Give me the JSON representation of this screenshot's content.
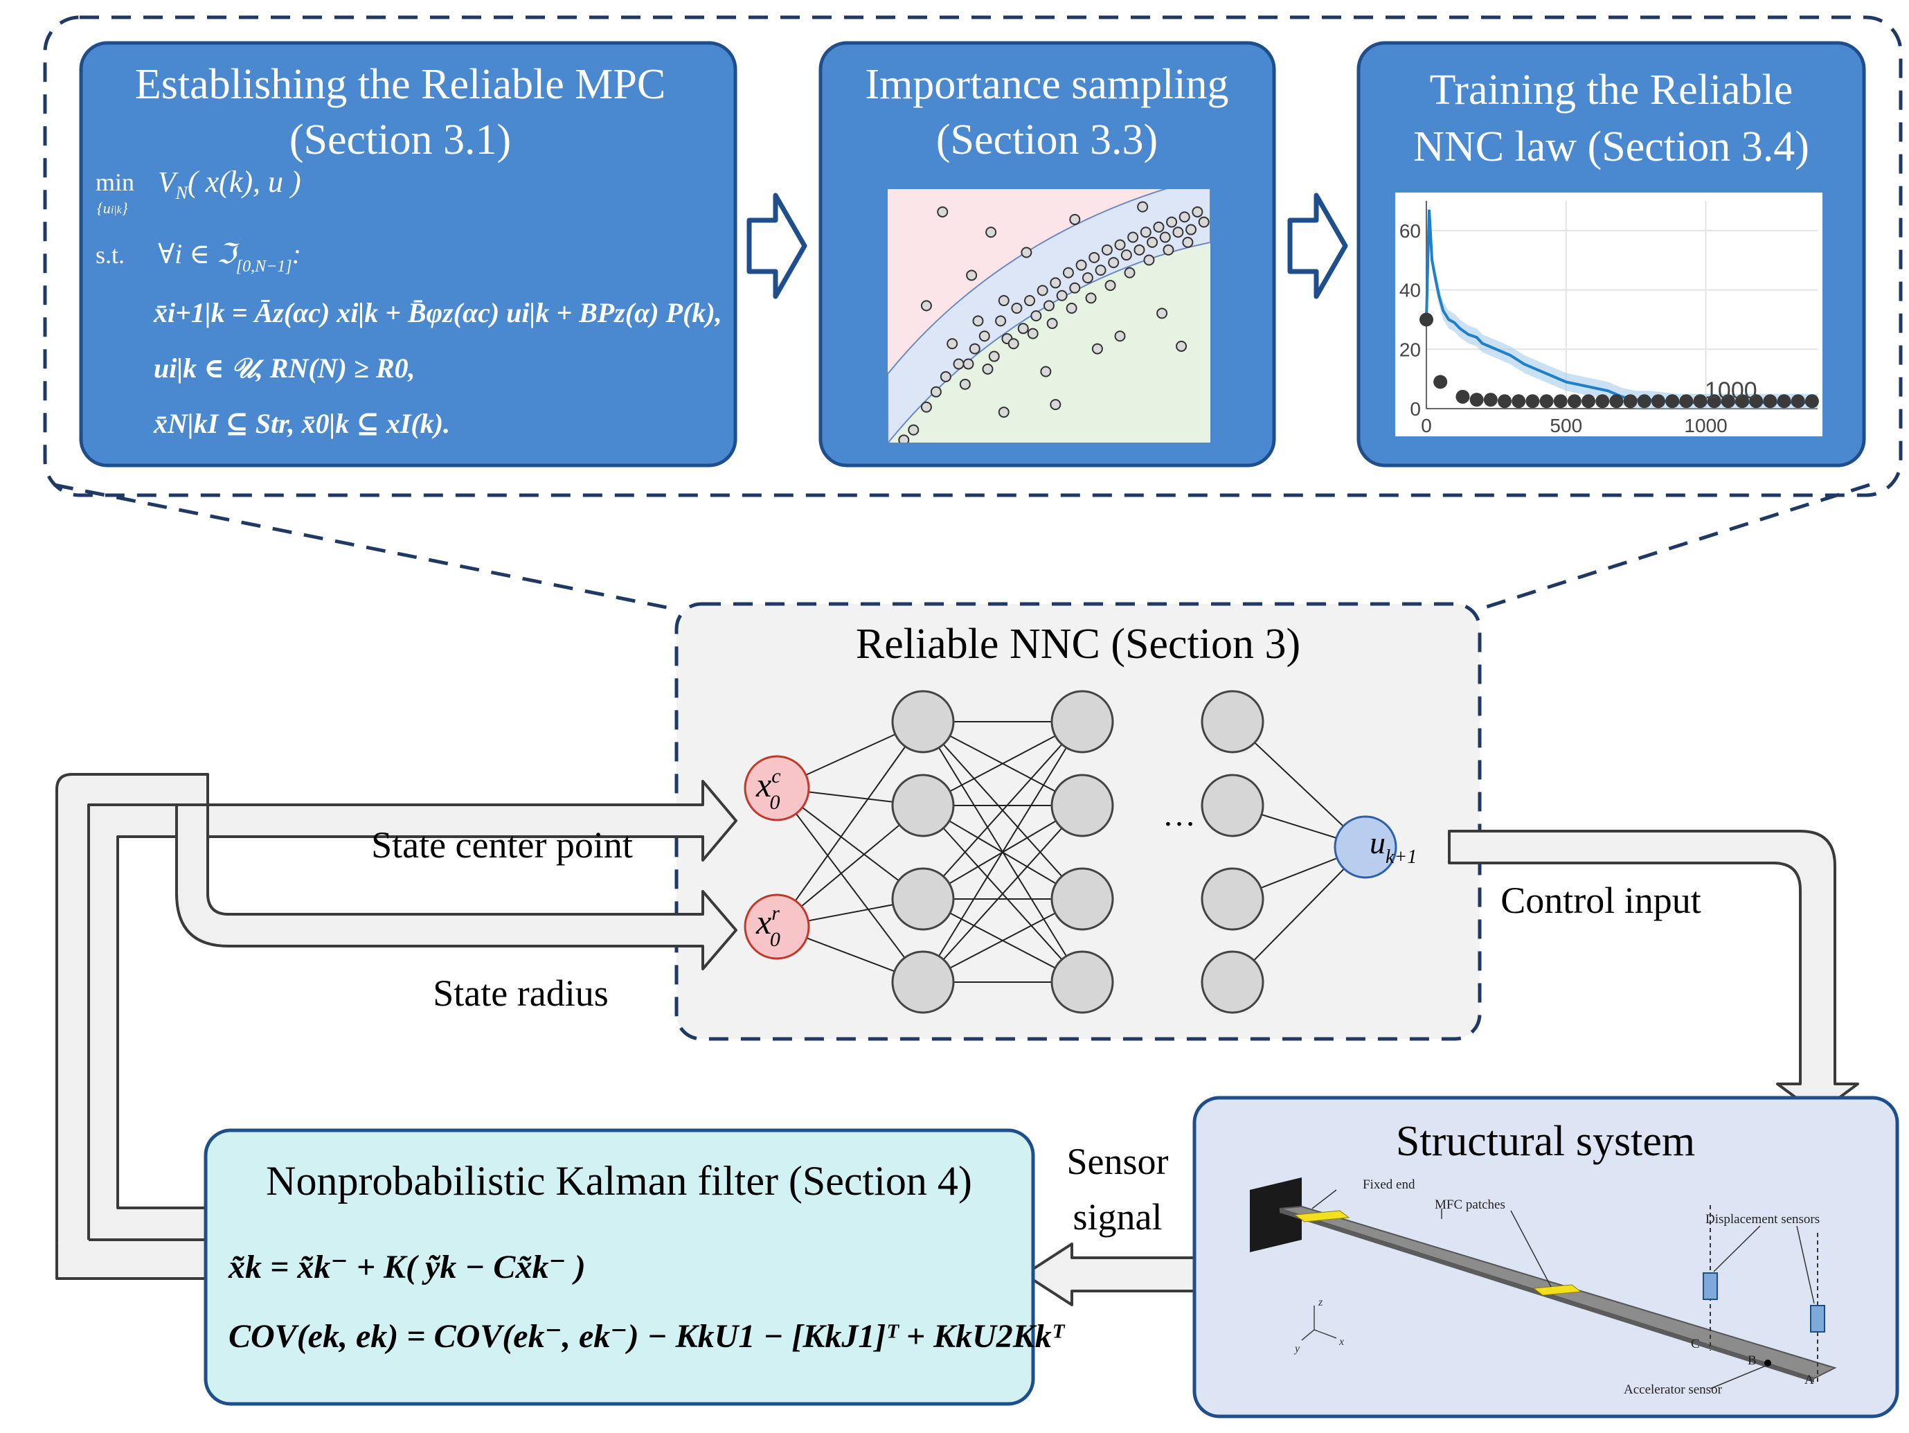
{
  "colors": {
    "panel_blue": "#4a88cf",
    "panel_blue_border": "#1f4e8c",
    "nnc_gray": "#f2f2f2",
    "kalman_cyan": "#d1f1f2",
    "structural_lavender": "#dde5f5",
    "input_node_red": "#f7c5c8",
    "output_node_blue": "#b9cdef",
    "hidden_node_gray": "#d6d6d6"
  },
  "panels": {
    "mpc": {
      "title_line1": "Establishing the Reliable MPC",
      "title_line2": "(Section 3.1)",
      "eq_min": "min",
      "eq_min_sub": "{u",
      "eq_min_sub2": "i|k",
      "eq_min_sub3": "}",
      "eq_objective": "V",
      "eq_objective_sub": "N",
      "eq_objective_args": "( x(k), u )",
      "eq_st": "s.t.",
      "eq_forall": "∀i ∈ ℑ",
      "eq_forall_sub": "[0,N−1]",
      "eq_forall_end": ":",
      "eq_line3": "x̄i+1|k = Āz(αc) xi|k + B̄φz(αc) ui|k + BPz(α) P(k),",
      "eq_line4": "ui|k ∈ 𝒰, RN(N) ≥ R0,",
      "eq_line5": "x̄N|kI ⊆ Str, x̄0|k ⊆ xI(k)."
    },
    "importance": {
      "title_line1": "Importance sampling",
      "title_line2": "(Section 3.3)"
    },
    "training": {
      "title_line1": "Training the Reliable",
      "title_line2": "NNC law (Section 3.4)"
    }
  },
  "nnc": {
    "title": "Reliable NNC (Section 3)",
    "input1_base": "x",
    "input1_sub": "0",
    "input1_sup": "c",
    "input2_base": "x",
    "input2_sub": "0",
    "input2_sup": "r",
    "output_base": "u",
    "output_sub": "k+1",
    "ellipsis": "…"
  },
  "labels": {
    "state_center": "State center point",
    "state_radius": "State radius",
    "control_input": "Control input",
    "sensor_line1": "Sensor",
    "sensor_line2": "signal"
  },
  "kalman": {
    "title": "Nonprobabilistic Kalman filter (Section 4)",
    "eq1": "x̃k = x̃k⁻ + K( ỹk − Cx̃k⁻ )",
    "eq2": "COV(ek, ek) = COV(ek⁻, ek⁻) − KkU1 − [KkJ1]ᵀ + KkU2Kkᵀ"
  },
  "structural": {
    "title": "Structural system",
    "fixed_end": "Fixed end",
    "mfc": "MFC patches",
    "displacement": "Displacement sensors",
    "accelerator": "Accelerator sensor",
    "point_a": "A",
    "point_b": "B",
    "point_c": "C",
    "axis_z": "z",
    "axis_x": "x",
    "axis_y": "y"
  },
  "chart_data": {
    "type": "line",
    "x_ticks": [
      "0",
      "500",
      "1000"
    ],
    "y_ticks": [
      "0",
      "20",
      "40",
      "60"
    ],
    "xlim": [
      0,
      1400
    ],
    "ylim": [
      0,
      70
    ],
    "annotation": "1000",
    "series": [
      {
        "style": "blue-line",
        "x": [
          0,
          10,
          20,
          30,
          45,
          60,
          80,
          100,
          120,
          150,
          180,
          200,
          250,
          300,
          350,
          400,
          450,
          500,
          550,
          600,
          650,
          700,
          750,
          800,
          900,
          1000,
          1100,
          1200,
          1300,
          1400
        ],
        "y": [
          30,
          67,
          50,
          45,
          38,
          33,
          30,
          29,
          27,
          25,
          24,
          22,
          20,
          18,
          15,
          13,
          11,
          9,
          8,
          7,
          6,
          4,
          3,
          3,
          2,
          2,
          2,
          2,
          2,
          2
        ]
      },
      {
        "style": "dark-dots",
        "x": [
          0,
          50,
          130,
          180,
          230,
          280,
          330,
          380,
          430,
          480,
          530,
          580,
          630,
          680,
          730,
          780,
          830,
          880,
          930,
          980,
          1030,
          1080,
          1130,
          1180,
          1230,
          1280,
          1330,
          1380
        ],
        "y": [
          30,
          9,
          4,
          3,
          3,
          2.5,
          2.5,
          2.5,
          2.5,
          2.5,
          2.5,
          2.5,
          2.5,
          2.5,
          2.5,
          2.5,
          2.5,
          2.5,
          2.5,
          2.5,
          2.5,
          2.5,
          2.5,
          2.5,
          2.5,
          2.5,
          2.5,
          2.5
        ]
      }
    ]
  },
  "importance_points": [
    [
      0.12,
      0.86
    ],
    [
      0.15,
      0.8
    ],
    [
      0.18,
      0.74
    ],
    [
      0.22,
      0.69
    ],
    [
      0.24,
      0.77
    ],
    [
      0.27,
      0.63
    ],
    [
      0.3,
      0.58
    ],
    [
      0.33,
      0.66
    ],
    [
      0.35,
      0.52
    ],
    [
      0.37,
      0.59
    ],
    [
      0.4,
      0.47
    ],
    [
      0.42,
      0.55
    ],
    [
      0.44,
      0.44
    ],
    [
      0.46,
      0.5
    ],
    [
      0.48,
      0.4
    ],
    [
      0.5,
      0.46
    ],
    [
      0.52,
      0.37
    ],
    [
      0.54,
      0.42
    ],
    [
      0.56,
      0.33
    ],
    [
      0.58,
      0.39
    ],
    [
      0.6,
      0.3
    ],
    [
      0.62,
      0.35
    ],
    [
      0.64,
      0.27
    ],
    [
      0.66,
      0.32
    ],
    [
      0.68,
      0.24
    ],
    [
      0.7,
      0.29
    ],
    [
      0.72,
      0.22
    ],
    [
      0.74,
      0.26
    ],
    [
      0.76,
      0.19
    ],
    [
      0.78,
      0.24
    ],
    [
      0.8,
      0.17
    ],
    [
      0.82,
      0.21
    ],
    [
      0.84,
      0.15
    ],
    [
      0.86,
      0.19
    ],
    [
      0.88,
      0.13
    ],
    [
      0.9,
      0.17
    ],
    [
      0.92,
      0.11
    ],
    [
      0.94,
      0.16
    ],
    [
      0.96,
      0.09
    ],
    [
      0.98,
      0.13
    ],
    [
      0.25,
      0.69
    ],
    [
      0.31,
      0.71
    ],
    [
      0.39,
      0.61
    ],
    [
      0.45,
      0.57
    ],
    [
      0.51,
      0.53
    ],
    [
      0.57,
      0.47
    ],
    [
      0.63,
      0.43
    ],
    [
      0.69,
      0.38
    ],
    [
      0.75,
      0.33
    ],
    [
      0.81,
      0.28
    ],
    [
      0.87,
      0.24
    ],
    [
      0.93,
      0.21
    ],
    [
      0.2,
      0.61
    ],
    [
      0.28,
      0.52
    ],
    [
      0.36,
      0.44
    ],
    [
      0.17,
      0.09
    ],
    [
      0.32,
      0.17
    ],
    [
      0.43,
      0.25
    ],
    [
      0.58,
      0.12
    ],
    [
      0.79,
      0.07
    ],
    [
      0.26,
      0.34
    ],
    [
      0.12,
      0.46
    ],
    [
      0.49,
      0.72
    ],
    [
      0.65,
      0.63
    ],
    [
      0.72,
      0.58
    ],
    [
      0.85,
      0.49
    ],
    [
      0.52,
      0.85
    ],
    [
      0.36,
      0.88
    ],
    [
      0.91,
      0.62
    ],
    [
      0.08,
      0.95
    ],
    [
      0.05,
      0.99
    ]
  ]
}
